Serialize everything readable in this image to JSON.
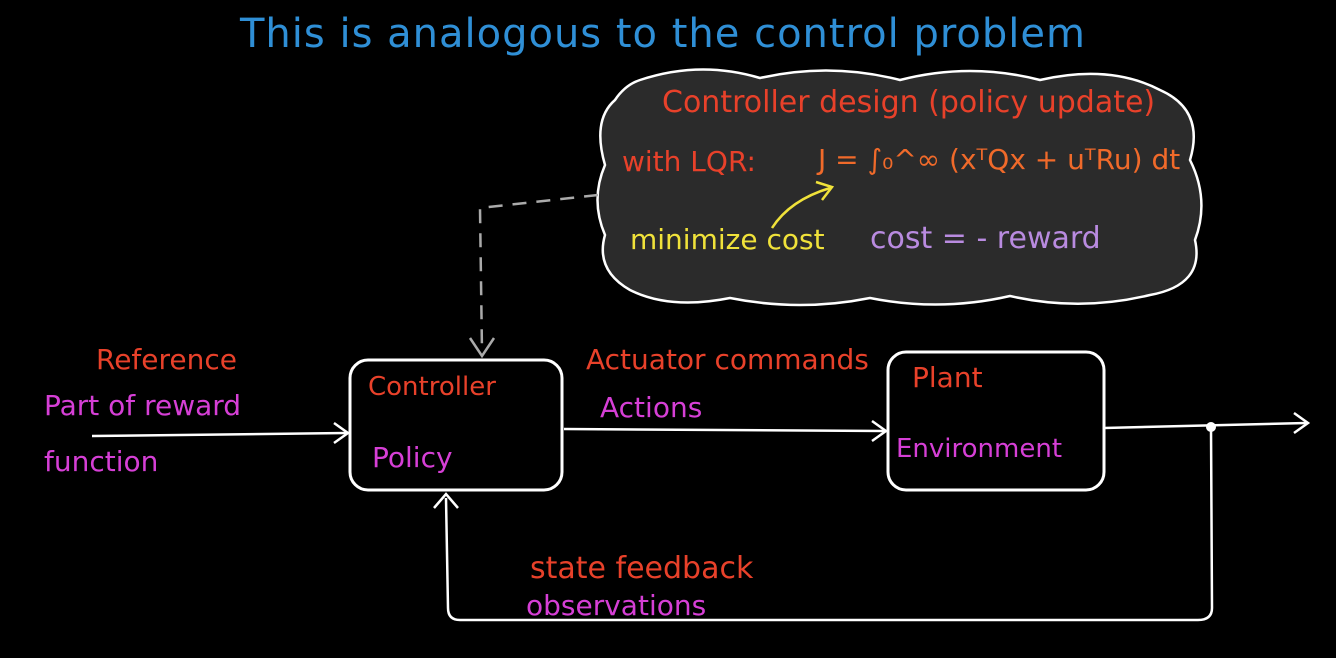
{
  "title": "This is analogous to the control problem",
  "cloud": {
    "heading": "Controller design (policy update)",
    "with_label": "with LQR:",
    "equation": "J = ∫₀^∞ (xᵀQx + uᵀRu) dt",
    "minimize": "minimize cost",
    "cost_eq": "cost = - reward"
  },
  "reference": {
    "line1": "Reference",
    "line2": "Part of reward",
    "line3": "function"
  },
  "controller": {
    "line1": "Controller",
    "line2": "Policy"
  },
  "actuator": {
    "line1": "Actuator commands",
    "line2": "Actions"
  },
  "plant": {
    "line1": "Plant",
    "line2": "Environment"
  },
  "feedback": {
    "line1": "state feedback",
    "line2": "observations"
  },
  "colors": {
    "title": "#2f8fd6",
    "red": "#e8412a",
    "magenta": "#d63fd6",
    "yellow": "#f0e23a",
    "orange": "#f06a2a",
    "purple": "#b98be0",
    "line": "#ffffff"
  }
}
